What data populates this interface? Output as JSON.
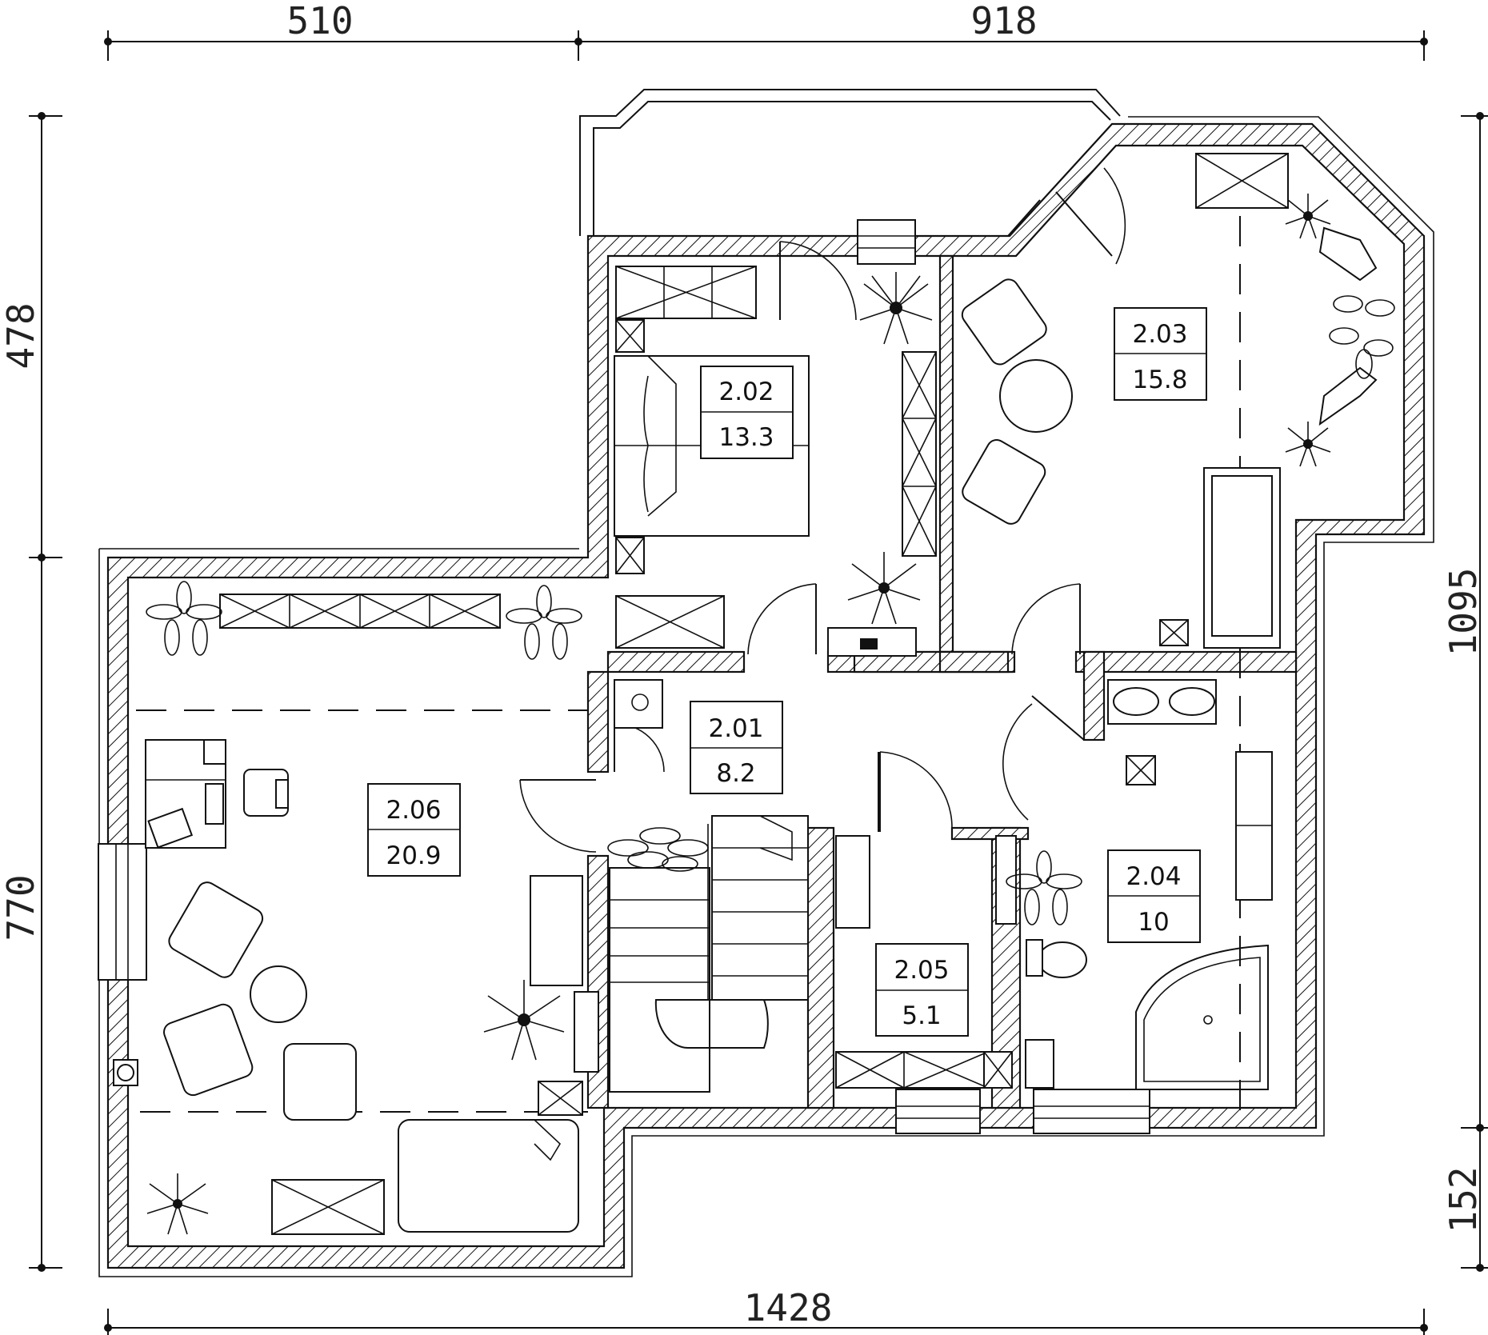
{
  "dimensions": {
    "top_left": "510",
    "top_right": "918",
    "bottom": "1428",
    "left_upper": "478",
    "left_lower": "770",
    "right_upper": "1095",
    "right_lower": "152"
  },
  "rooms": [
    {
      "id": "2.01",
      "area": "8.2"
    },
    {
      "id": "2.02",
      "area": "13.3"
    },
    {
      "id": "2.03",
      "area": "15.8"
    },
    {
      "id": "2.04",
      "area": "10"
    },
    {
      "id": "2.05",
      "area": "5.1"
    },
    {
      "id": "2.06",
      "area": "20.9"
    }
  ]
}
